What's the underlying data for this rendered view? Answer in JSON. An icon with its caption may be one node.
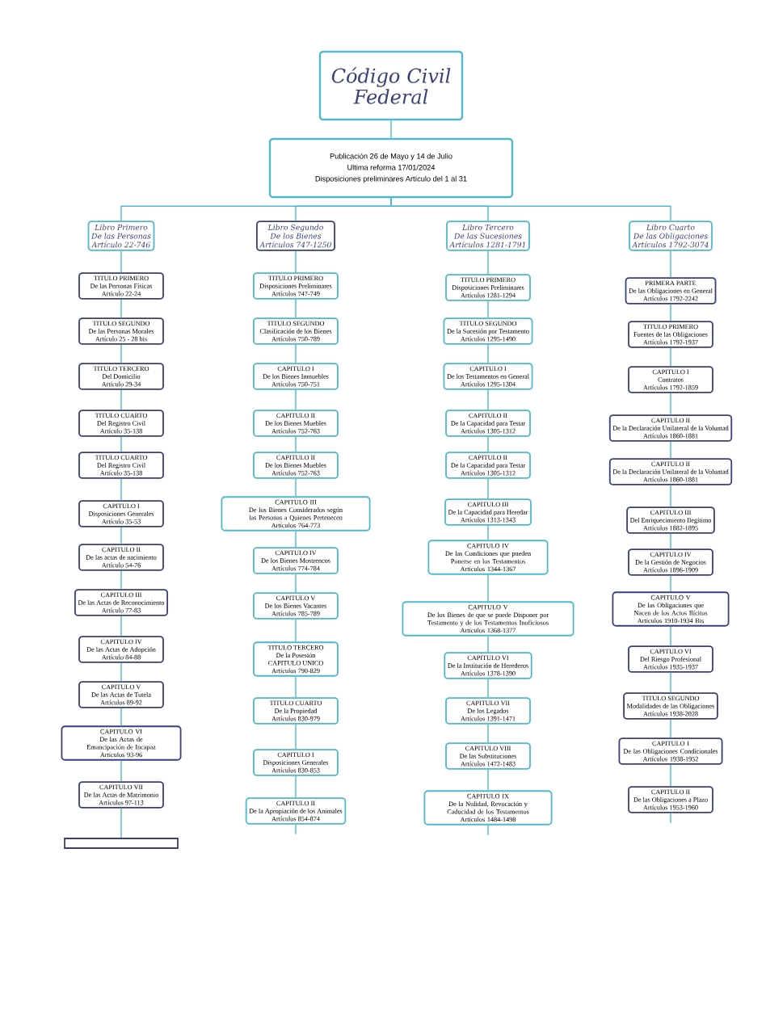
{
  "diagram": {
    "nodes": [
      {
        "text": [
          "Código Civil Federal"
        ]
      },
      {
        "text": [
          "Publicación 26 de Mayo y 14 de Julio",
          "Ultima reforma 17/01/2024",
          "Disposiciones preliminares Artículo del 1 al 31"
        ]
      },
      {
        "text": [
          "Libro Primero",
          "De las Personas",
          "Artículo 22-746"
        ]
      },
      {
        "text": [
          "TITULO PRIMERO",
          "De las Personas Físicas",
          "Artículo 22-24"
        ]
      },
      {
        "text": [
          "TITULO SEGUNDO",
          "De las Personas Morales",
          "Artículo 25 - 28 bis"
        ]
      },
      {
        "text": [
          "TITULO TERCERO",
          "Del Domicilio",
          "Artículo 29-34"
        ]
      },
      {
        "text": [
          "TITULO CUARTO",
          "Del Registro Civil",
          "Artículo 35-138"
        ]
      },
      {
        "text": [
          "TITULO CUARTO",
          "Del Registro Civil",
          "Artículo 35-138"
        ]
      },
      {
        "text": [
          "CAPITULO I",
          "Disposiciones Generales",
          "Artículo 35-53"
        ]
      },
      {
        "text": [
          "CAPITULO II",
          "De las actas de nacimiento",
          "Artículo 54-76"
        ]
      },
      {
        "text": [
          "CAPITULO III",
          "De las Actas de Reconocimiento",
          "Artículo 77-83"
        ]
      },
      {
        "text": [
          "CAPITULO IV",
          "De las Actas de Adopción",
          "Artículo 84-88"
        ]
      },
      {
        "text": [
          "CAPITULO V",
          "De las Actas de Tutela",
          "Artículos 89-92"
        ]
      },
      {
        "text": [
          "CAPITULO VI",
          "De las Actas de Emancipación de Incapaz",
          "Artículos 93-96"
        ]
      },
      {
        "text": [
          "CAPITULO VII",
          "De las Actas de Matrimonio",
          "Artículos 97-113"
        ]
      },
      {
        "text": [],
        "shape": "box"
      },
      {
        "text": [
          "Libro Segundo",
          "De los Bienes",
          "Artículos 747-1250"
        ]
      },
      {
        "text": [
          "TITULO PRIMERO",
          "Disposiciones Preliminares",
          "Artículos 747-749"
        ]
      },
      {
        "text": [
          "TITULO SEGUNDO",
          "Clasificación de los Bienes",
          "Artículos 750-789"
        ]
      },
      {
        "text": [
          "CAPITULO I",
          "De los Bienes Inmuebles",
          "Artículos 750-751"
        ]
      },
      {
        "text": [
          "CAPITULO II",
          "De los Bienes Muebles",
          "Artículos 752-763"
        ]
      },
      {
        "text": [
          "CAPITULO II",
          "De los Bienes Muebles",
          "Artículos 752-763"
        ]
      },
      {
        "text": [
          "CAPITULO III",
          "De los Bienes Considerados según las Personas a Quienes Pertenecen",
          "Artículos 764-773"
        ]
      },
      {
        "text": [
          "CAPITULO IV",
          "De los Bienes Mostrencos",
          "Artículos 774-784"
        ]
      },
      {
        "text": [
          "CAPITULO V",
          "De los Bienes Vacantes",
          "Artículos 785-789"
        ]
      },
      {
        "text": [
          "TITULO TERCERO",
          "De la Posesión",
          "CAPITULO UNICO",
          "Artículos 790-829"
        ]
      },
      {
        "text": [
          "TITULO CUARTO",
          "De la Propiedad",
          "Artículos 830-979"
        ]
      },
      {
        "text": [
          "CAPITULO I",
          "Disposiciones Generales",
          "Artículos 830-853"
        ]
      },
      {
        "text": [
          "CAPITULO II",
          "De la Apropiación de los Animales",
          "Artículos 854-874"
        ]
      },
      {
        "text": [
          "Libro Tercero",
          "De las Sucesiones",
          "Artículos 1281-1791"
        ]
      },
      {
        "text": [
          "TITULO PRIMERO",
          "Disposiciones Preliminares",
          "Artículos 1281-1294"
        ]
      },
      {
        "text": [
          "TITULO SEGUNDO",
          "De la Sucesión por Testamento",
          "Artículos 1295-1490"
        ]
      },
      {
        "text": [
          "CAPITULO I",
          "De los Testamentos en General",
          "Artículos 1295-1304"
        ]
      },
      {
        "text": [
          "CAPITULO II",
          "De la Capacidad para Testar",
          "Artículos 1305-1312"
        ]
      },
      {
        "text": [
          "CAPITULO II",
          "De la Capacidad para Testar",
          "Artículos 1305-1312"
        ]
      },
      {
        "text": [
          "CAPITULO III",
          "De la Capacidad para Heredar",
          "Artículos 1313-1343"
        ]
      },
      {
        "text": [
          "CAPITULO IV",
          "De las Condiciones que pueden Ponerse en los Testamentos",
          "Artículos 1344-1367"
        ]
      },
      {
        "text": [
          "CAPITULO V",
          "De los Bienes de que se puede Disponer por Testamento y de los Testamentos Inoficiosos",
          "Artículos 1368-1377"
        ]
      },
      {
        "text": [
          "CAPITULO VI",
          "De la Institución de Herederos",
          "Artículos 1378-1390"
        ]
      },
      {
        "text": [
          "CAPITULO VII",
          "De los Legados",
          "Artículos 1391-1471"
        ]
      },
      {
        "text": [
          "CAPITULO VIII",
          "De las Substituciones",
          "Artículos 1472-1483"
        ]
      },
      {
        "text": [
          "CAPITULO IX",
          "De la Nulidad, Revocación y Caducidad de los Testamentos",
          "Artículos 1484-1498"
        ]
      },
      {
        "text": [
          "Libro Cuarto",
          "De las Obligaciones",
          "Artículos 1792-3074"
        ]
      },
      {
        "text": [
          "PRIMERA PARTE",
          "De las Obligaciones en General",
          "Artículos 1792-2242"
        ]
      },
      {
        "text": [
          "TITULO PRIMERO",
          "Fuentes de las Obligaciones",
          "Artículos 1792-1937"
        ]
      },
      {
        "text": [
          "CAPITULO I",
          "Contratos",
          "Artículos 1792-1859"
        ]
      },
      {
        "text": [
          "CAPITULO II",
          "De la Declaración Unilateral de la Voluntad",
          "Artículos 1860-1881"
        ]
      },
      {
        "text": [
          "CAPITULO II",
          "De la Declaración Unilateral de la Voluntad",
          "Artículos 1860-1881"
        ]
      },
      {
        "text": [
          "CAPITULO III",
          "Del Enriquecimiento Ilegítimo",
          "Artículos 1882-1895"
        ]
      },
      {
        "text": [
          "CAPITULO IV",
          "De la Gestión de Negocios",
          "Artículos 1896-1909"
        ]
      },
      {
        "text": [
          "CAPITULO V",
          "De las Obligaciones que Nacen de los Actos Ilícitos",
          "Artículos 1910-1934 Bis"
        ]
      },
      {
        "text": [
          "CAPITULO VI",
          "Del Riesgo Profesional",
          "Artículos 1935-1937"
        ]
      },
      {
        "text": [
          "TITULO SEGUNDO",
          "Modalidades de las Obligaciones",
          "Artículos 1938-2028"
        ]
      },
      {
        "text": [
          "CAPITULO I",
          "De las Obligaciones Condicionales",
          "Artículos 1938-1952"
        ]
      },
      {
        "text": [
          "CAPITULO II",
          "De las Obligaciones a Plazo",
          "Artículos 1953-1960"
        ]
      }
    ],
    "edges": [
      {
        "from": 0,
        "to": 1,
        "arrow": "none"
      },
      {
        "from": 1,
        "to": 2,
        "arrow": "none"
      },
      {
        "from": 1,
        "to": 16,
        "arrow": "none"
      },
      {
        "from": 1,
        "to": 29,
        "arrow": "none"
      },
      {
        "from": 1,
        "to": 42,
        "arrow": "none"
      },
      {
        "from": 2,
        "to": 3,
        "arrow": "none"
      },
      {
        "from": 3,
        "to": 4,
        "arrow": "none"
      },
      {
        "from": 4,
        "to": 5,
        "arrow": "none"
      },
      {
        "from": 5,
        "to": 6,
        "arrow": "none"
      },
      {
        "from": 6,
        "to": 7,
        "arrow": "none"
      },
      {
        "from": 7,
        "to": 8,
        "arrow": "none"
      },
      {
        "from": 8,
        "to": 9,
        "arrow": "none"
      },
      {
        "from": 9,
        "to": 10,
        "arrow": "none"
      },
      {
        "from": 10,
        "to": 11,
        "arrow": "none"
      },
      {
        "from": 11,
        "to": 12,
        "arrow": "none"
      },
      {
        "from": 12,
        "to": 13,
        "arrow": "none"
      },
      {
        "from": 13,
        "to": 14,
        "arrow": "none"
      },
      {
        "from": 14,
        "to": 15,
        "arrow": "none"
      },
      {
        "from": 16,
        "to": 17,
        "arrow": "none"
      },
      {
        "from": 17,
        "to": 18,
        "arrow": "none"
      },
      {
        "from": 18,
        "to": 19,
        "arrow": "none"
      },
      {
        "from": 19,
        "to": 20,
        "arrow": "none"
      },
      {
        "from": 20,
        "to": 21,
        "arrow": "none"
      },
      {
        "from": 21,
        "to": 22,
        "arrow": "none"
      },
      {
        "from": 22,
        "to": 23,
        "arrow": "none"
      },
      {
        "from": 23,
        "to": 24,
        "arrow": "none"
      },
      {
        "from": 24,
        "to": 25,
        "arrow": "none"
      },
      {
        "from": 25,
        "to": 26,
        "arrow": "none"
      },
      {
        "from": 26,
        "to": 27,
        "arrow": "none"
      },
      {
        "from": 27,
        "to": 28,
        "arrow": "none"
      },
      {
        "from": 28,
        "to": null,
        "arrow": "none"
      },
      {
        "from": 29,
        "to": 30,
        "arrow": "none"
      },
      {
        "from": 30,
        "to": 31,
        "arrow": "none"
      },
      {
        "from": 31,
        "to": 32,
        "arrow": "none"
      },
      {
        "from": 32,
        "to": 33,
        "arrow": "none"
      },
      {
        "from": 33,
        "to": 34,
        "arrow": "none"
      },
      {
        "from": 34,
        "to": 35,
        "arrow": "none"
      },
      {
        "from": 35,
        "to": 36,
        "arrow": "none"
      },
      {
        "from": 36,
        "to": 37,
        "arrow": "none"
      },
      {
        "from": 37,
        "to": 38,
        "arrow": "none"
      },
      {
        "from": 38,
        "to": 39,
        "arrow": "none"
      },
      {
        "from": 39,
        "to": 40,
        "arrow": "none"
      },
      {
        "from": 40,
        "to": 41,
        "arrow": "none"
      },
      {
        "from": 41,
        "to": null,
        "arrow": "none"
      },
      {
        "from": 42,
        "to": 43,
        "arrow": "none"
      },
      {
        "from": 43,
        "to": 44,
        "arrow": "none"
      },
      {
        "from": 44,
        "to": 45,
        "arrow": "none"
      },
      {
        "from": 45,
        "to": 46,
        "arrow": "none"
      },
      {
        "from": 46,
        "to": 47,
        "arrow": "none"
      },
      {
        "from": 47,
        "to": 48,
        "arrow": "none"
      },
      {
        "from": 48,
        "to": 49,
        "arrow": "none"
      },
      {
        "from": 49,
        "to": 50,
        "arrow": "none"
      },
      {
        "from": 50,
        "to": 51,
        "arrow": "none"
      },
      {
        "from": 51,
        "to": 52,
        "arrow": "none"
      },
      {
        "from": 52,
        "to": 53,
        "arrow": "none"
      },
      {
        "from": 53,
        "to": 54,
        "arrow": "none"
      },
      {
        "from": 54,
        "to": null,
        "arrow": "none"
      }
    ]
  }
}
